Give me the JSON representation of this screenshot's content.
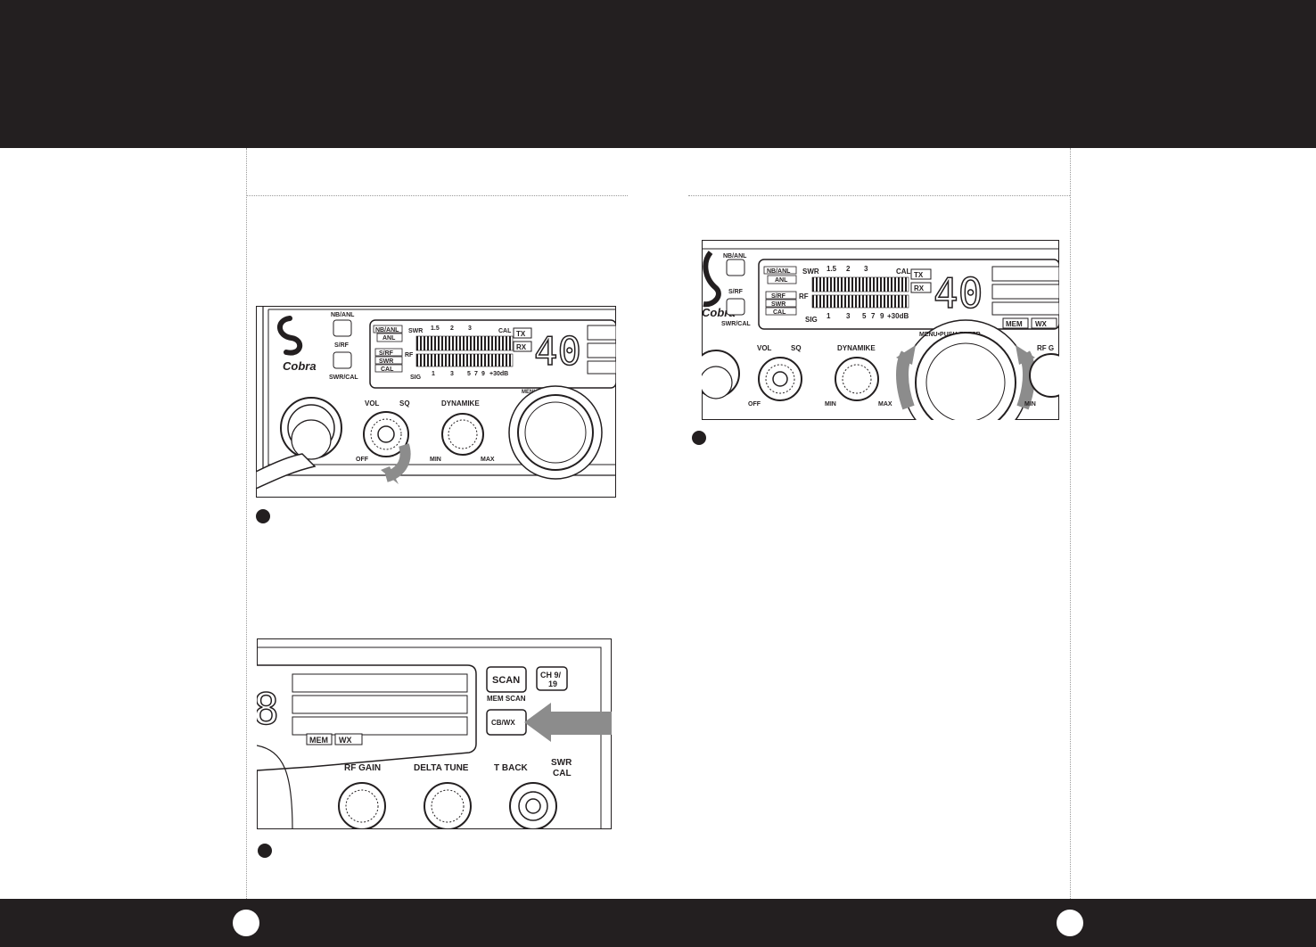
{
  "colors": {
    "band": "#231f20",
    "page": "#ffffff",
    "rule": "#9a9a9a",
    "arrow": "#9a9a9a"
  },
  "radio": {
    "brand": "Cobra",
    "buttons": {
      "nb_anl": "NB/ANL",
      "s_rf": "S/RF",
      "swr_cal": "SWR/CAL"
    },
    "meter": {
      "tags": {
        "nb_anl": "NB/ANL",
        "anl": "ANL",
        "s_rf": "S/RF",
        "swr": "SWR",
        "cal": "CAL"
      },
      "swr_label": "SWR",
      "rf_label": "RF",
      "sig_label": "SIG",
      "cal_label": "CAL",
      "swr_scale": [
        "1.5",
        "2",
        "3"
      ],
      "sig_scale": [
        "1",
        "3",
        "5",
        "7",
        "9",
        "+30dB"
      ]
    },
    "tx": "TX",
    "rx": "RX",
    "channel": "40",
    "mem": "MEM",
    "wx": "WX",
    "knobs": {
      "vol_sq": "VOL",
      "sq": "SQ",
      "dynamike": "DYNAMIKE",
      "off": "OFF",
      "min": "MIN",
      "max": "MAX",
      "menu": "MENU•PUSH•ENTER",
      "rf_gain": "RF GAIN",
      "delta_tune": "DELTA TUNE",
      "tback": "T BACK",
      "swr": "SWR",
      "cal": "CAL",
      "rf_g": "RF G"
    },
    "scan": "SCAN",
    "mem_scan": "MEM SCAN",
    "ch9": "CH 9/",
    "ch19": "19",
    "cbwx": "CB/WX"
  }
}
